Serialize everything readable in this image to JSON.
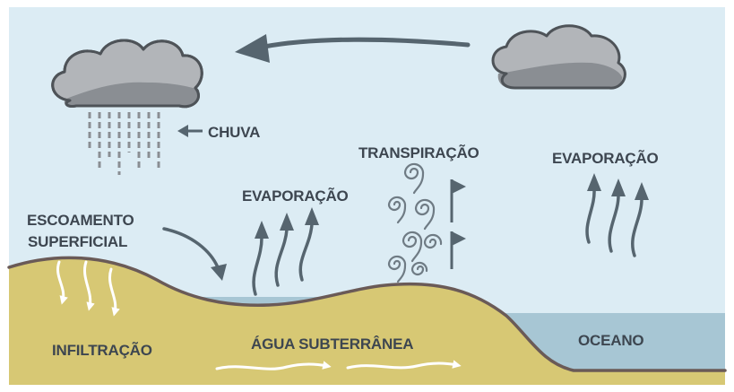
{
  "labels": {
    "rain": "CHUVA",
    "evaporation_lake": "EVAPORAÇÃO",
    "transpiration": "TRANSPIRAÇÃO",
    "evaporation_ocean": "EVAPORAÇÃO",
    "runoff_line1": "ESCOAMENTO",
    "runoff_line2": "SUPERFICIAL",
    "infiltration": "INFILTRAÇÃO",
    "groundwater": "ÁGUA SUBTERRÂNEA",
    "ocean": "OCEANO"
  },
  "colors": {
    "sky": "#dcecf4",
    "ground": "#d7c874",
    "ground_outline": "#6a5a57",
    "water": "#a7c6d4",
    "cloud_light": "#b2b5b9",
    "cloud_dark": "#8a8e93",
    "arrow": "#56656f",
    "text": "#3d4650",
    "white": "#ffffff"
  }
}
